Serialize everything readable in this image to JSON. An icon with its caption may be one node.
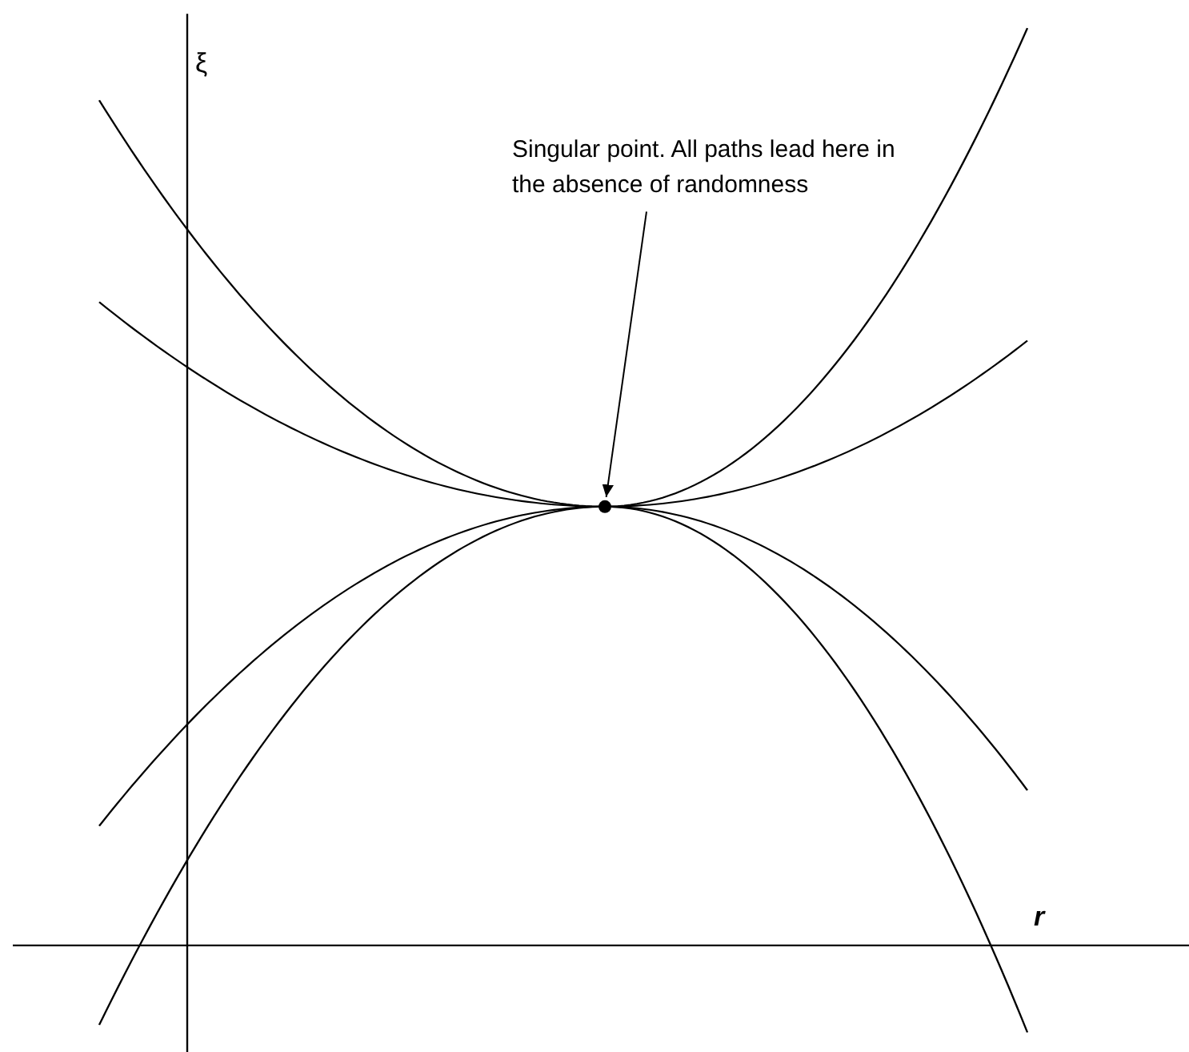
{
  "diagram": {
    "nodes": [
      {
        "text": [
          "Singular point. All paths lead here in the absence of randomness"
        ]
      },
      {
        "text": [],
        "shape": "circle"
      }
    ],
    "edges": [
      {
        "from": 0,
        "to": 1,
        "arrow": "to"
      }
    ],
    "labels": [
      "ξ",
      "r"
    ]
  }
}
